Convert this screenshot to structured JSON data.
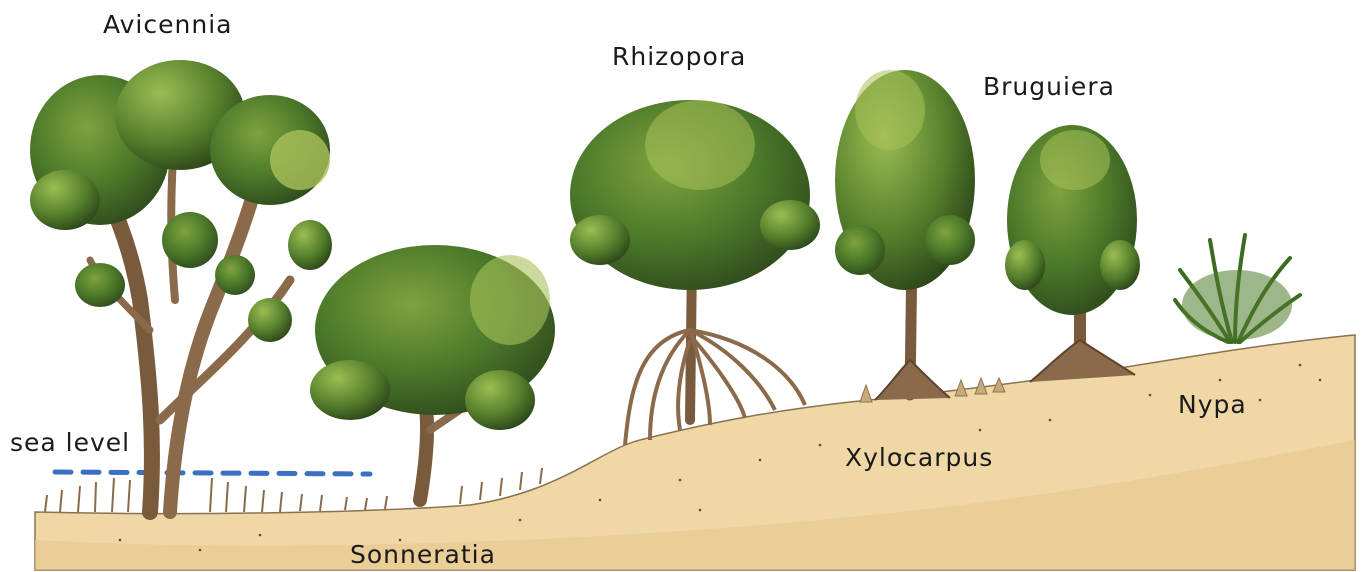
{
  "labels": {
    "avicennia": "Avicennia",
    "rhizopora": "Rhizopora",
    "bruguiera": "Bruguiera",
    "sea_level": "sea level",
    "nypa": "Nypa",
    "xylocarpus": "Xylocarpus",
    "sonneratia": "Sonneratia"
  },
  "colors": {
    "foliage_dark": "#2f4a1c",
    "foliage_mid": "#4c7a2a",
    "foliage_light": "#a9c15a",
    "trunk": "#8a6a4a",
    "soil": "#e9cf9c",
    "sea_level_line": "#3b6fc4"
  }
}
